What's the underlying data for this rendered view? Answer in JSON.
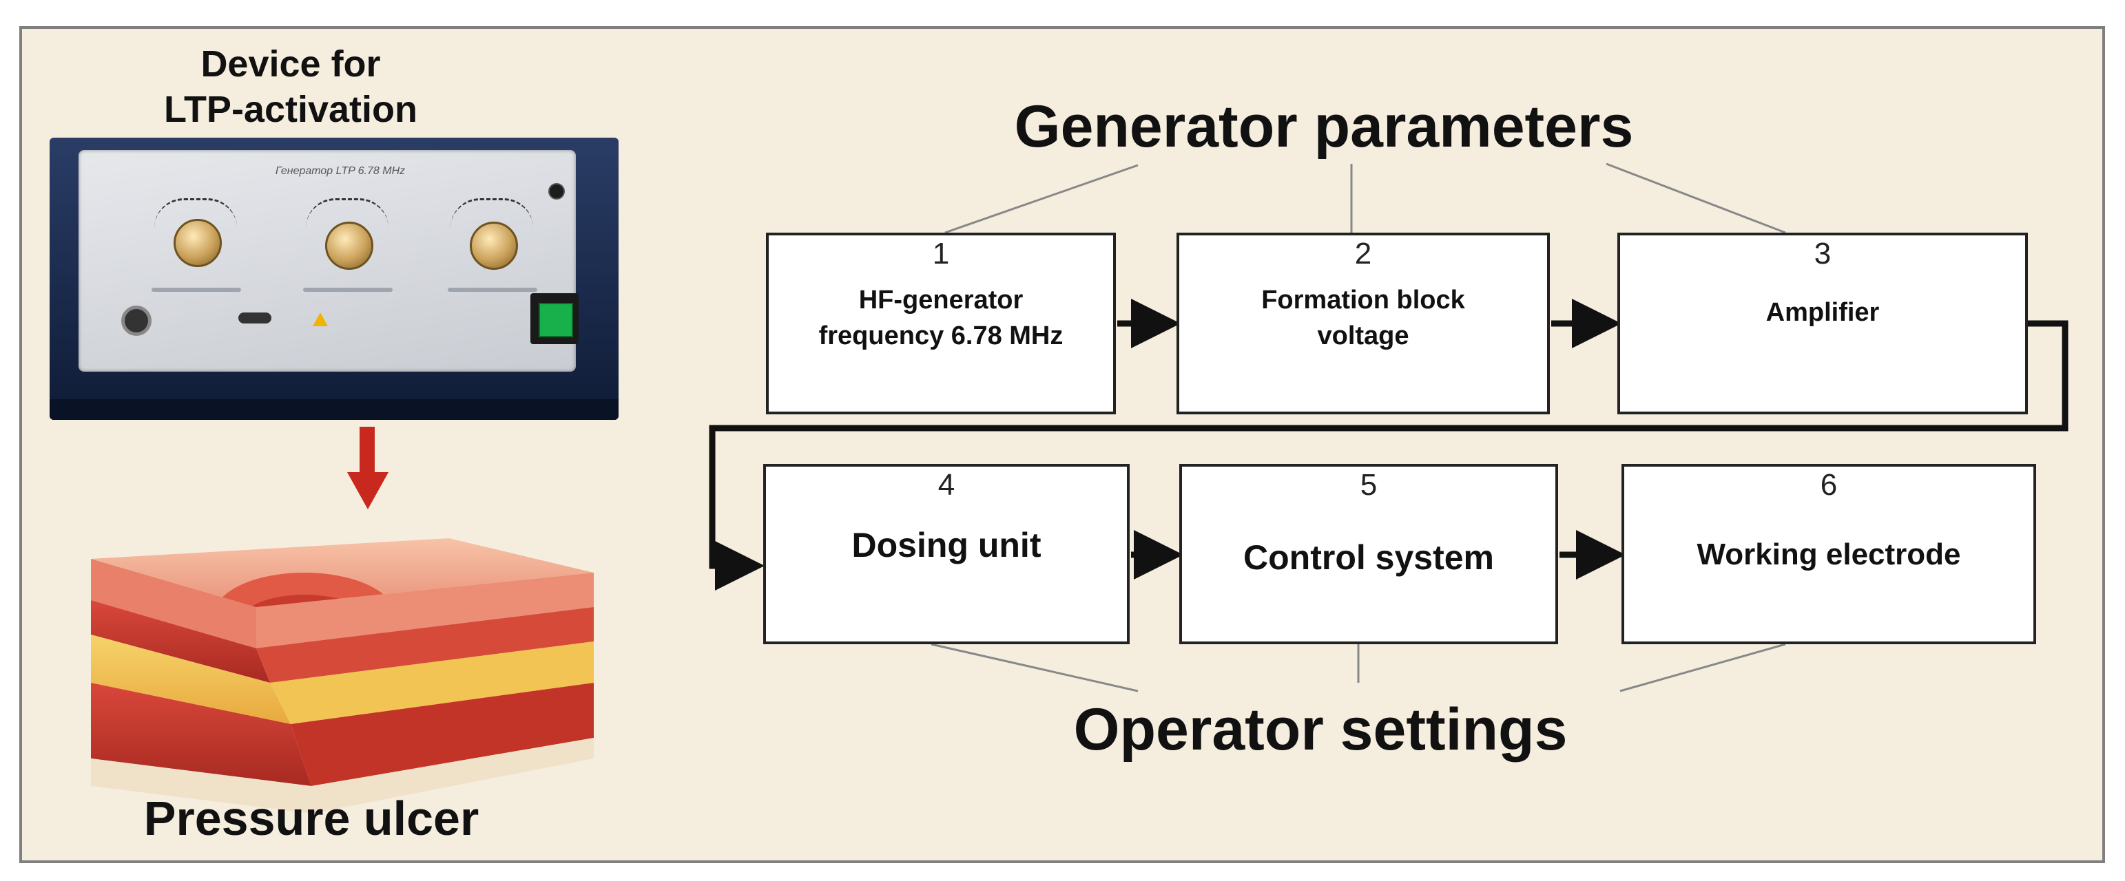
{
  "device_title_line1": "Device for",
  "device_title_line2": "LTP-activation",
  "device_panel_text": "Генератор LTP 6.78 MHz",
  "ulcer_label": "Pressure ulcer",
  "generator_parameters": "Generator parameters",
  "operator_settings": "Operator settings",
  "blocks": [
    {
      "num": "1",
      "line1": "HF-generator",
      "line2": "frequency  6.78 MHz"
    },
    {
      "num": "2",
      "line1": "Formation block",
      "line2": "voltage"
    },
    {
      "num": "3",
      "line1": "Amplifier",
      "line2": ""
    },
    {
      "num": "4",
      "line1": "Dosing unit",
      "line2": ""
    },
    {
      "num": "5",
      "line1": "Control system",
      "line2": ""
    },
    {
      "num": "6",
      "line1": "Working electrode",
      "line2": ""
    }
  ],
  "colors": {
    "background": "#f5eedf",
    "arrow_red": "#c8281e",
    "box_border": "#222222"
  }
}
